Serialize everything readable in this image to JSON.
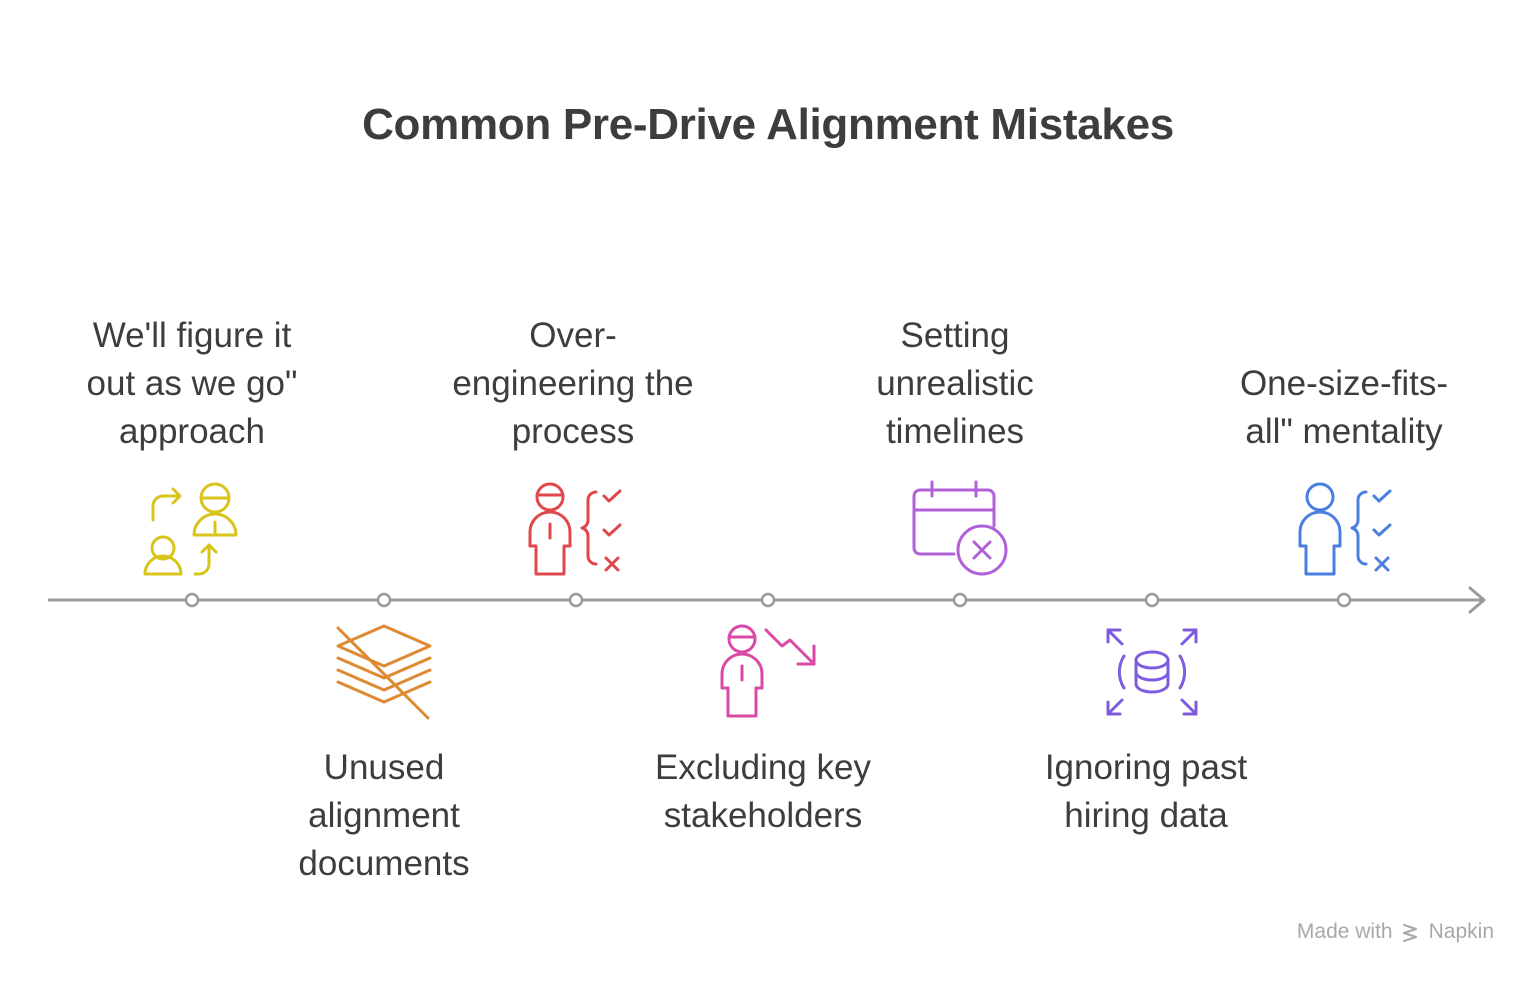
{
  "title": "Common Pre-Drive Alignment Mistakes",
  "mistakes": [
    {
      "lines": [
        "We'll figure it",
        "out as we go\"",
        "approach"
      ],
      "icon": "swap-people-icon",
      "color": "#d8c41a"
    },
    {
      "lines": [
        "Unused",
        "alignment",
        "documents"
      ],
      "icon": "crossed-documents-icon",
      "color": "#de8a32"
    },
    {
      "lines": [
        "Over-",
        "engineering the",
        "process"
      ],
      "icon": "person-checklist-icon",
      "color": "#e0474c"
    },
    {
      "lines": [
        "Excluding key",
        "stakeholders"
      ],
      "icon": "person-declining-icon",
      "color": "#d94aa6"
    },
    {
      "lines": [
        "Setting",
        "unrealistic",
        "timelines"
      ],
      "icon": "calendar-cancel-icon",
      "color": "#b060d8"
    },
    {
      "lines": [
        "Ignoring past",
        "hiring data"
      ],
      "icon": "database-expand-icon",
      "color": "#7e5ce0"
    },
    {
      "lines": [
        "One-size-fits-",
        "all\" mentality"
      ],
      "icon": "person-checklist-icon",
      "color": "#4a7fe0"
    }
  ],
  "watermark": {
    "prefix": "Made with",
    "brand": "Napkin"
  }
}
